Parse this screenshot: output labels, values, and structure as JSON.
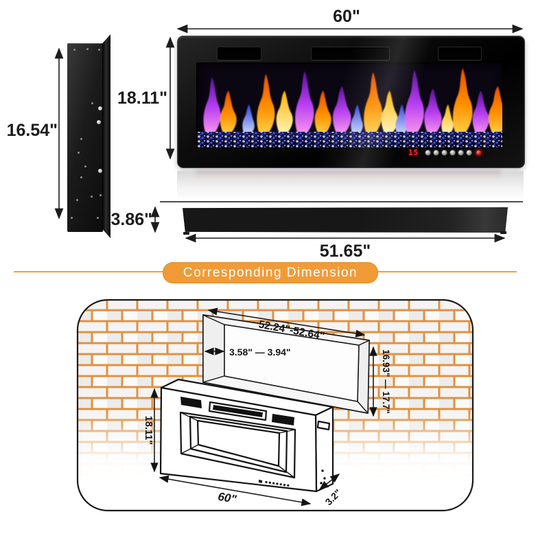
{
  "views": {
    "front": {
      "width": "60\"",
      "height": "18.11\"",
      "led": "15"
    },
    "side": {
      "height": "16.54\""
    },
    "base": {
      "height": "3.86\"",
      "width": "51.65\""
    }
  },
  "banner": {
    "text": "Corresponding Dimension",
    "color": "#F09B38"
  },
  "install": {
    "niche_width": "52.24\"-52.64\"",
    "niche_depth": "3.58\" — 3.94\"",
    "niche_height": "16.93\" — 17.7\"",
    "unit_height": "18.11\"",
    "unit_width": "60\"",
    "unit_depth": "3.2\""
  },
  "colors": {
    "accent_orange": "#F09B38",
    "brick_mortar": "#E2913E",
    "led_red": "#FF2A2A"
  }
}
